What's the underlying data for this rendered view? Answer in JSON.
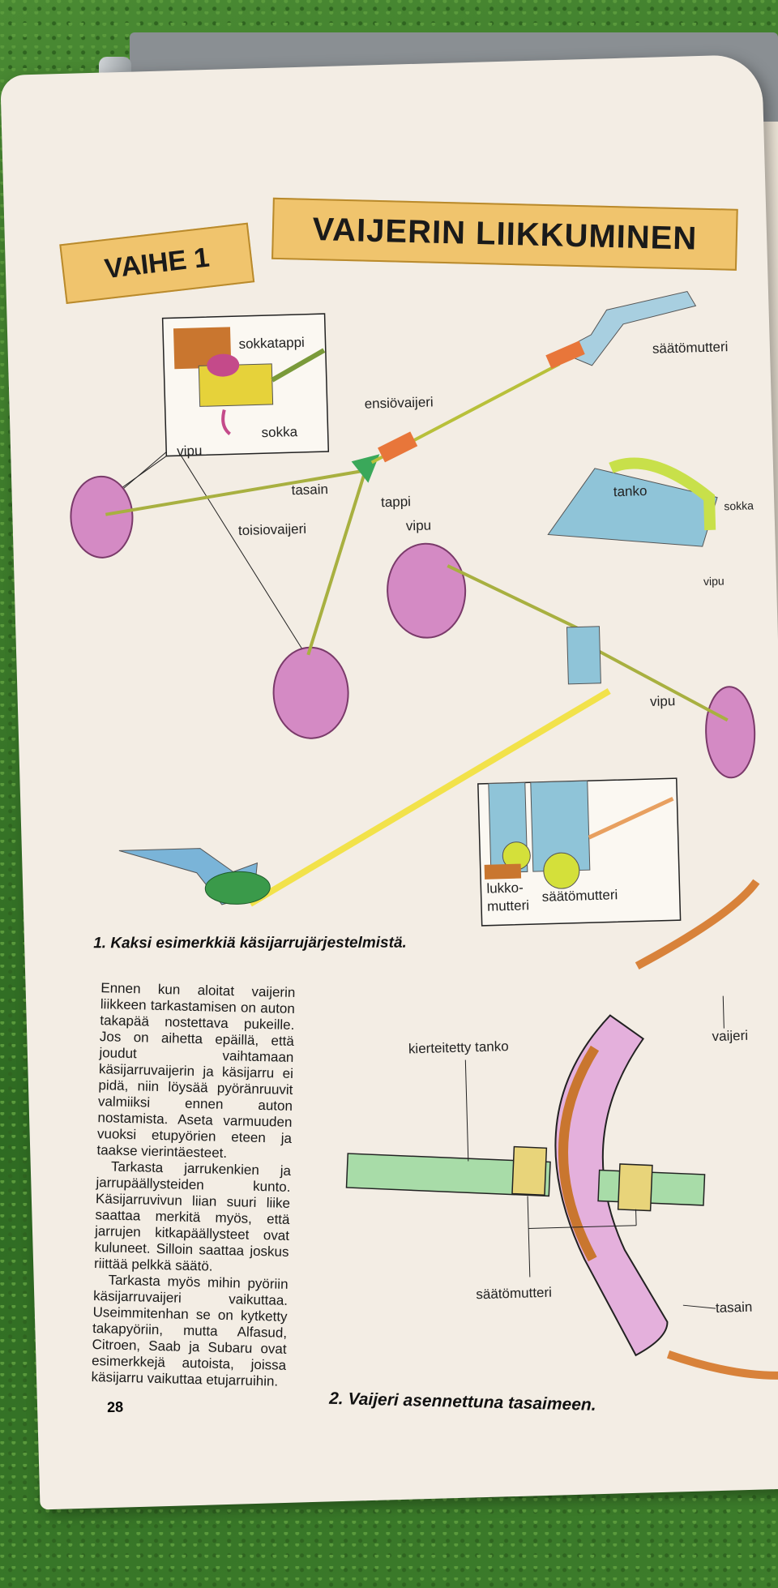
{
  "header": {
    "step": "VAIHE 1",
    "title": "VAIJERIN LIIKKUMINEN"
  },
  "figure1": {
    "labels": {
      "sokkatappi": "sokkatappi",
      "vipu_inset": "vipu",
      "sokka_inset": "sokka",
      "saatomutteri_top": "säätömutteri",
      "ensiovaijeri": "ensiövaijeri",
      "tasain": "tasain",
      "tappi": "tappi",
      "toisiovaijeri": "toisiovaijeri",
      "vipu_wheel": "vipu",
      "tanko": "tanko",
      "sokka_right": "sokka",
      "vipu_right": "vipu",
      "vipu_lower": "vipu",
      "lukko": "lukko-",
      "mutteri": "mutteri",
      "saatomutteri_lower": "säätömutteri"
    },
    "caption": "1. Kaksi esimerkkiä käsijarrujärjestelmistä."
  },
  "figure2": {
    "labels": {
      "kierteitetty_tanko": "kierteitetty tanko",
      "vaijeri": "vaijeri",
      "saatomutteri": "säätömutteri",
      "tasain": "tasain"
    },
    "caption": "2. Vaijeri asennettuna tasaimeen."
  },
  "body": {
    "paragraphs": [
      "Ennen kun aloitat vaijerin liikkeen tarkastamisen on auton takapää nostettava pukeille. Jos on aihetta epäillä, että joudut vaihtamaan käsijarruvaijerin ja käsijarru ei pidä, niin löysää pyöränruuvit valmiiksi ennen auton nostamista. Aseta varmuuden vuoksi etupyörien eteen ja taakse vierintäesteet.",
      "Tarkasta jarrukenkien ja jarrupäällysteiden kunto. Käsijarruvivun liian suuri liike saattaa merkitä myös, että jarrujen kitkapäällysteet ovat kuluneet. Silloin saattaa joskus riittää pelkkä säätö.",
      "Tarkasta myös mihin pyöriin käsijarruvaijeri vaikuttaa. Useimmitenhan se on kytketty takapyöriin, mutta Alfasud, Citroen, Saab ja Subaru ovat esimerkkejä autoista, joissa käsijarru vaikuttaa etujarruihin."
    ]
  },
  "page_number": "28",
  "colors": {
    "banner": "#f0c46d",
    "wheel": "#d48ac4",
    "cable": "#c8c84a",
    "cable_yellow": "#f2e24a",
    "lever": "#8fc4d8",
    "green_part": "#4aa84a",
    "orange": "#e8763a"
  }
}
